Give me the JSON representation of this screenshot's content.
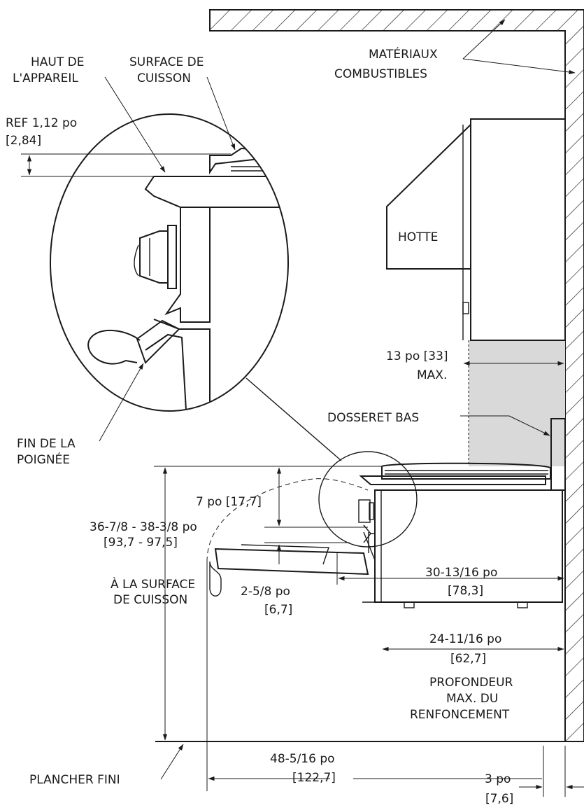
{
  "labels": {
    "combustibles_1": "MATÉRIAUX",
    "combustibles_2": "COMBUSTIBLES",
    "haut_1": "HAUT DE",
    "haut_2": "L'APPAREIL",
    "surface_1": "SURFACE DE",
    "surface_2": "CUISSON",
    "ref_1": "REF 1,12 po",
    "ref_2": "[2,84]",
    "hotte": "HOTTE",
    "clear_1": "13 po [33]",
    "clear_2": "MAX.",
    "dosseret": "DOSSERET BAS",
    "poignee_1": "FIN DE LA",
    "poignee_2": "POIGNÉE",
    "seven_po": "7 po [17,7]",
    "height_1": "36-7/8 - 38-3/8 po",
    "height_2": "[93,7 - 97,5]",
    "height_3": "À LA SURFACE",
    "height_4": "DE CUISSON",
    "handle_1": "2-5/8 po",
    "handle_2": "[6,7]",
    "depth30_1": "30-13/16 po",
    "depth30_2": "[78,3]",
    "depth24_1": "24-11/16 po",
    "depth24_2": "[62,7]",
    "prof_1": "PROFONDEUR",
    "prof_2": "MAX. DU",
    "prof_3": "RENFONCEMENT",
    "door_1": "48-5/16 po",
    "door_2": "[122,7]",
    "floor": "PLANCHER FINI",
    "gap_1": "3 po",
    "gap_2": "[7,6]"
  },
  "colors": {
    "ink": "#1a1a1a",
    "backsplash_fill": "#d9d9d9",
    "background": "#ffffff"
  }
}
